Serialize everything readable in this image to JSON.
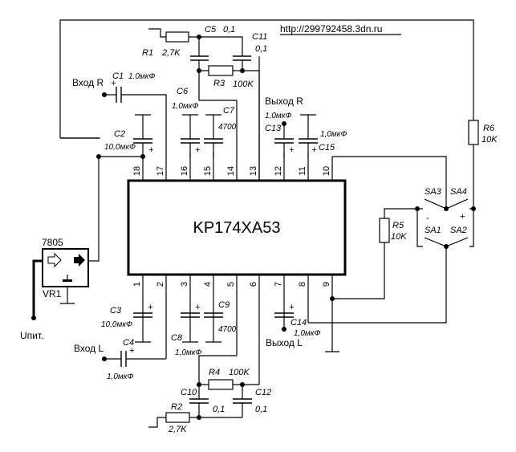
{
  "diagram": {
    "title_url": "http://299792458.3dn.ru",
    "chip": {
      "ref": "KP174XA53",
      "pins_top": [
        "18",
        "17",
        "16",
        "15",
        "14",
        "13",
        "12",
        "11",
        "10"
      ],
      "pins_bottom": [
        "1",
        "2",
        "3",
        "4",
        "5",
        "6",
        "7",
        "8",
        "9"
      ]
    },
    "regulator": {
      "part": "7805",
      "ref": "VR1"
    },
    "nets": {
      "in_r": "Вход R",
      "in_l": "Вход L",
      "out_r": "Выход R",
      "out_l": "Выход L",
      "supply": "Uпит."
    },
    "resistors": {
      "r1": {
        "ref": "R1",
        "value": "2,7K"
      },
      "r2": {
        "ref": "R2",
        "value": "2,7K"
      },
      "r3": {
        "ref": "R3",
        "value": "100K"
      },
      "r4": {
        "ref": "R4",
        "value": "100K"
      },
      "r5": {
        "ref": "R5",
        "value": "10K"
      },
      "r6": {
        "ref": "R6",
        "value": "10K"
      }
    },
    "capacitors": {
      "c1": {
        "ref": "C1",
        "value": "1.0мкФ"
      },
      "c2": {
        "ref": "C2",
        "value": "10,0мкФ"
      },
      "c3": {
        "ref": "C3",
        "value": "10,0мкФ"
      },
      "c4": {
        "ref": "C4",
        "value": "1,0мкФ"
      },
      "c5": {
        "ref": "C5",
        "value": "0,1"
      },
      "c6": {
        "ref": "C6",
        "value": "1,0мкФ"
      },
      "c7": {
        "ref": "C7",
        "value": "4700"
      },
      "c8": {
        "ref": "C8",
        "value": "1,0мкФ"
      },
      "c9": {
        "ref": "C9",
        "value": "4700"
      },
      "c10": {
        "ref": "C10",
        "value": "0,1"
      },
      "c11": {
        "ref": "C11",
        "value": "0,1"
      },
      "c12": {
        "ref": "C12",
        "value": "0,1"
      },
      "c13": {
        "ref": "C13",
        "value": "1,0мкФ"
      },
      "c14": {
        "ref": "C14",
        "value": "1,0мкФ"
      },
      "c15": {
        "ref": "C15",
        "value": "1,0мкФ"
      }
    },
    "switches": {
      "sa1": "SA1",
      "sa2": "SA2",
      "sa3": "SA3",
      "sa4": "SA4",
      "minus": "-",
      "plus": "+"
    },
    "polarity": "+"
  }
}
